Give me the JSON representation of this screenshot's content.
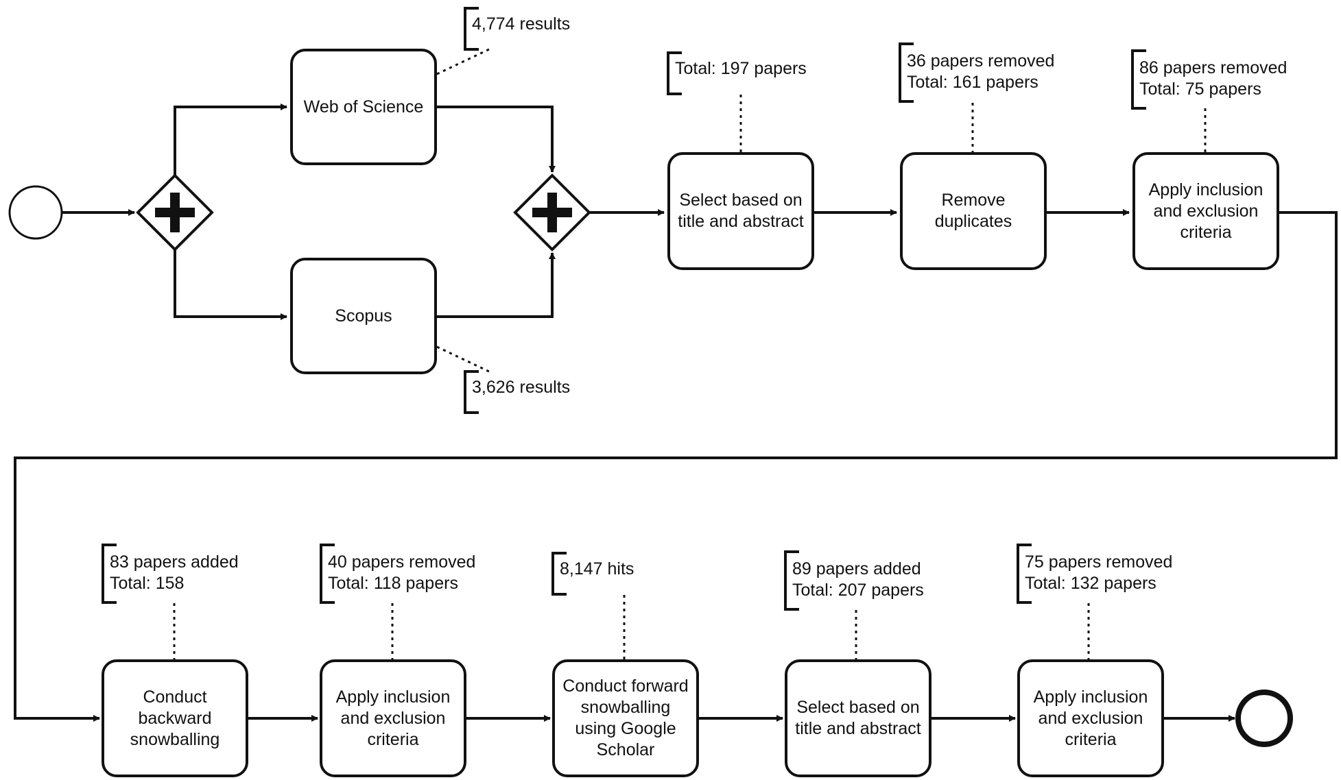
{
  "sources": {
    "wos": {
      "label": "Web of Science",
      "note": "4,774 results"
    },
    "scopus": {
      "label": "Scopus",
      "note": "3,626 results"
    }
  },
  "steps": [
    {
      "label": "Select based on title and abstract",
      "note": [
        "Total: 197 papers"
      ]
    },
    {
      "label": "Remove duplicates",
      "note": [
        "36 papers removed",
        "Total: 161 papers"
      ]
    },
    {
      "label": "Apply inclusion and exclusion criteria",
      "note": [
        "86 papers removed",
        "Total: 75 papers"
      ]
    },
    {
      "label": "Conduct backward snowballing",
      "note": [
        "83 papers added",
        "Total: 158"
      ]
    },
    {
      "label": "Apply inclusion and exclusion criteria",
      "note": [
        "40 papers removed",
        "Total: 118 papers"
      ]
    },
    {
      "label": "Conduct forward snowballing using Google Scholar",
      "note": [
        "8,147 hits"
      ]
    },
    {
      "label": "Select based on title and abstract",
      "note": [
        "89 papers added",
        "Total: 207 papers"
      ]
    },
    {
      "label": "Apply inclusion and exclusion criteria",
      "note": [
        "75 papers removed",
        "Total: 132 papers"
      ]
    }
  ]
}
